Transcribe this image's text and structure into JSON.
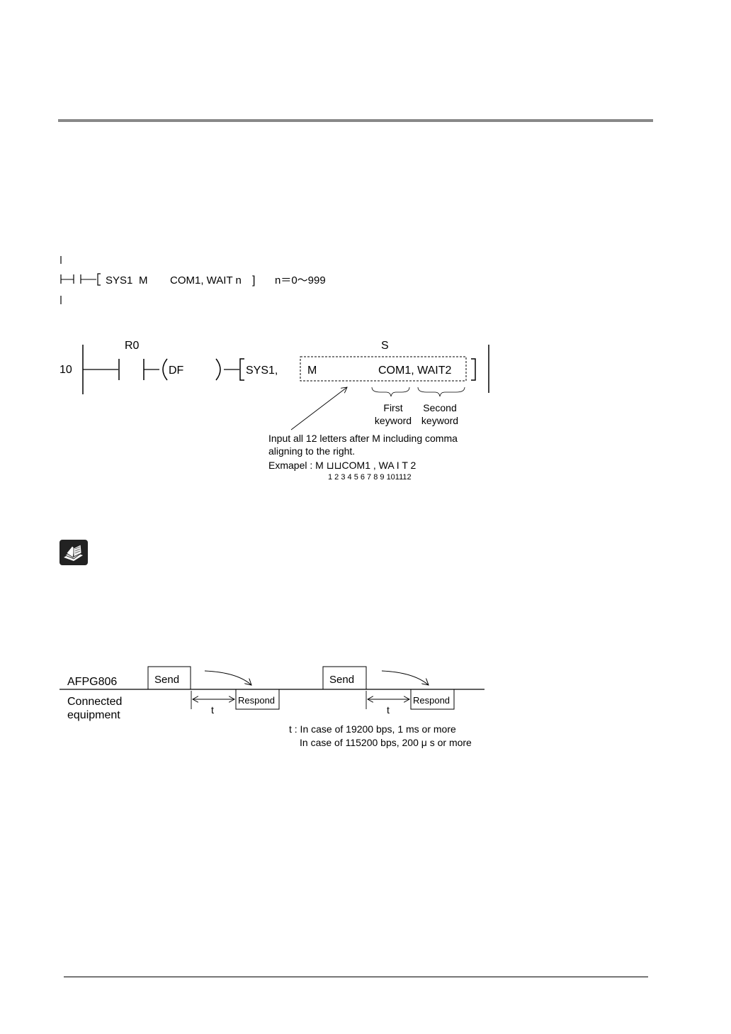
{
  "syntax": {
    "sys_label": "SYS1",
    "m_label": "M",
    "keyword_label": "COM1, WAIT n",
    "bracket_close": "]",
    "range_label": "n＝0～999"
  },
  "ladder_example": {
    "step_number": "10",
    "contact_label": "R0",
    "df_label": "DF",
    "sys_label": "SYS1,",
    "s_label": "S",
    "m_label": "M",
    "keywords_text": "COM1, WAIT2",
    "first_keyword_line1": "First",
    "first_keyword_line2": "keyword",
    "second_keyword_line1": "Second",
    "second_keyword_line2": "keyword",
    "note_line1": "Input all 12 letters after M including comma",
    "note_line2": "aligning to the right.",
    "example_label": "Exmapel : M ⊔⊔COM1 ,  WA I T 2",
    "example_digits": "1 2 3 4 5 6 7 8 9 101112"
  },
  "icons": {
    "reference": "book-reference-icon"
  },
  "timing": {
    "row1_label": "AFPG806",
    "row2_line1": "Connected",
    "row2_line2": "equipment",
    "send_label": "Send",
    "respond_label": "Respond",
    "t_label": "t",
    "note_line1": "t : In case of 19200 bps, 1 ms or more",
    "note_line2": "In case of 115200 bps, 200 μ s or more"
  },
  "colors": {
    "rule_gray": "#888888",
    "icon_dark": "#222222"
  }
}
